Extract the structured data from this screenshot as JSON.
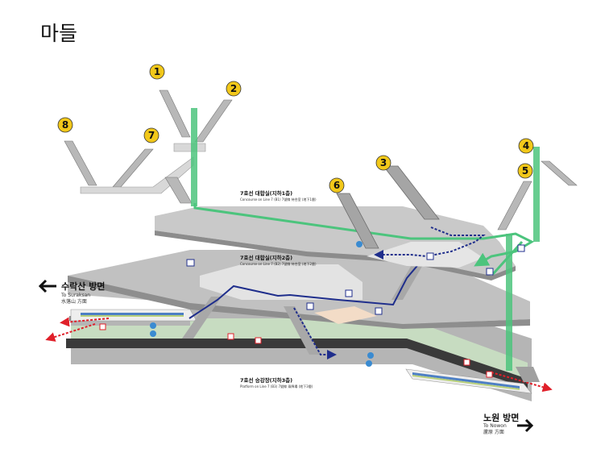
{
  "title": "마들",
  "exits": [
    {
      "label": "①",
      "num": "1"
    },
    {
      "label": "②",
      "num": "2"
    },
    {
      "label": "③",
      "num": "3"
    },
    {
      "label": "④",
      "num": "4"
    },
    {
      "label": "⑤",
      "num": "5"
    },
    {
      "label": "⑥",
      "num": "6"
    },
    {
      "label": "⑦",
      "num": "7"
    },
    {
      "label": "⑧",
      "num": "8"
    }
  ],
  "levels": {
    "b1": {
      "name": "7호선 대합실(지하1층)",
      "sub": "Concourse on Line 7 (B1)  7號線 待合室 (地下1層)"
    },
    "b2": {
      "name": "7호선 대합실(지하2층)",
      "sub": "Concourse on Line 7 (B2)  7號線 待合室 (地下2層)"
    },
    "b3": {
      "name": "7호선 승강장(지하3층)",
      "sub": "Platform on Line 7 (B3)  7號線 乘降場 (地下3層)"
    }
  },
  "directions": {
    "left": {
      "name": "수락산 방면",
      "en": "To Suraksan",
      "cn": "水落山 方面"
    },
    "right": {
      "name": "노원 방면",
      "en": "To Nowon",
      "cn": "蘆原 方面"
    }
  },
  "colors": {
    "green_route": "#4cc47d",
    "blue_route": "#1f2e8c",
    "red_exit": "#e0202a",
    "platform_green": "#c7dcc1",
    "floor_gray": "#b9b9b9",
    "floor_light": "#e3e3e3",
    "exit_badge": "#f2c81a"
  }
}
